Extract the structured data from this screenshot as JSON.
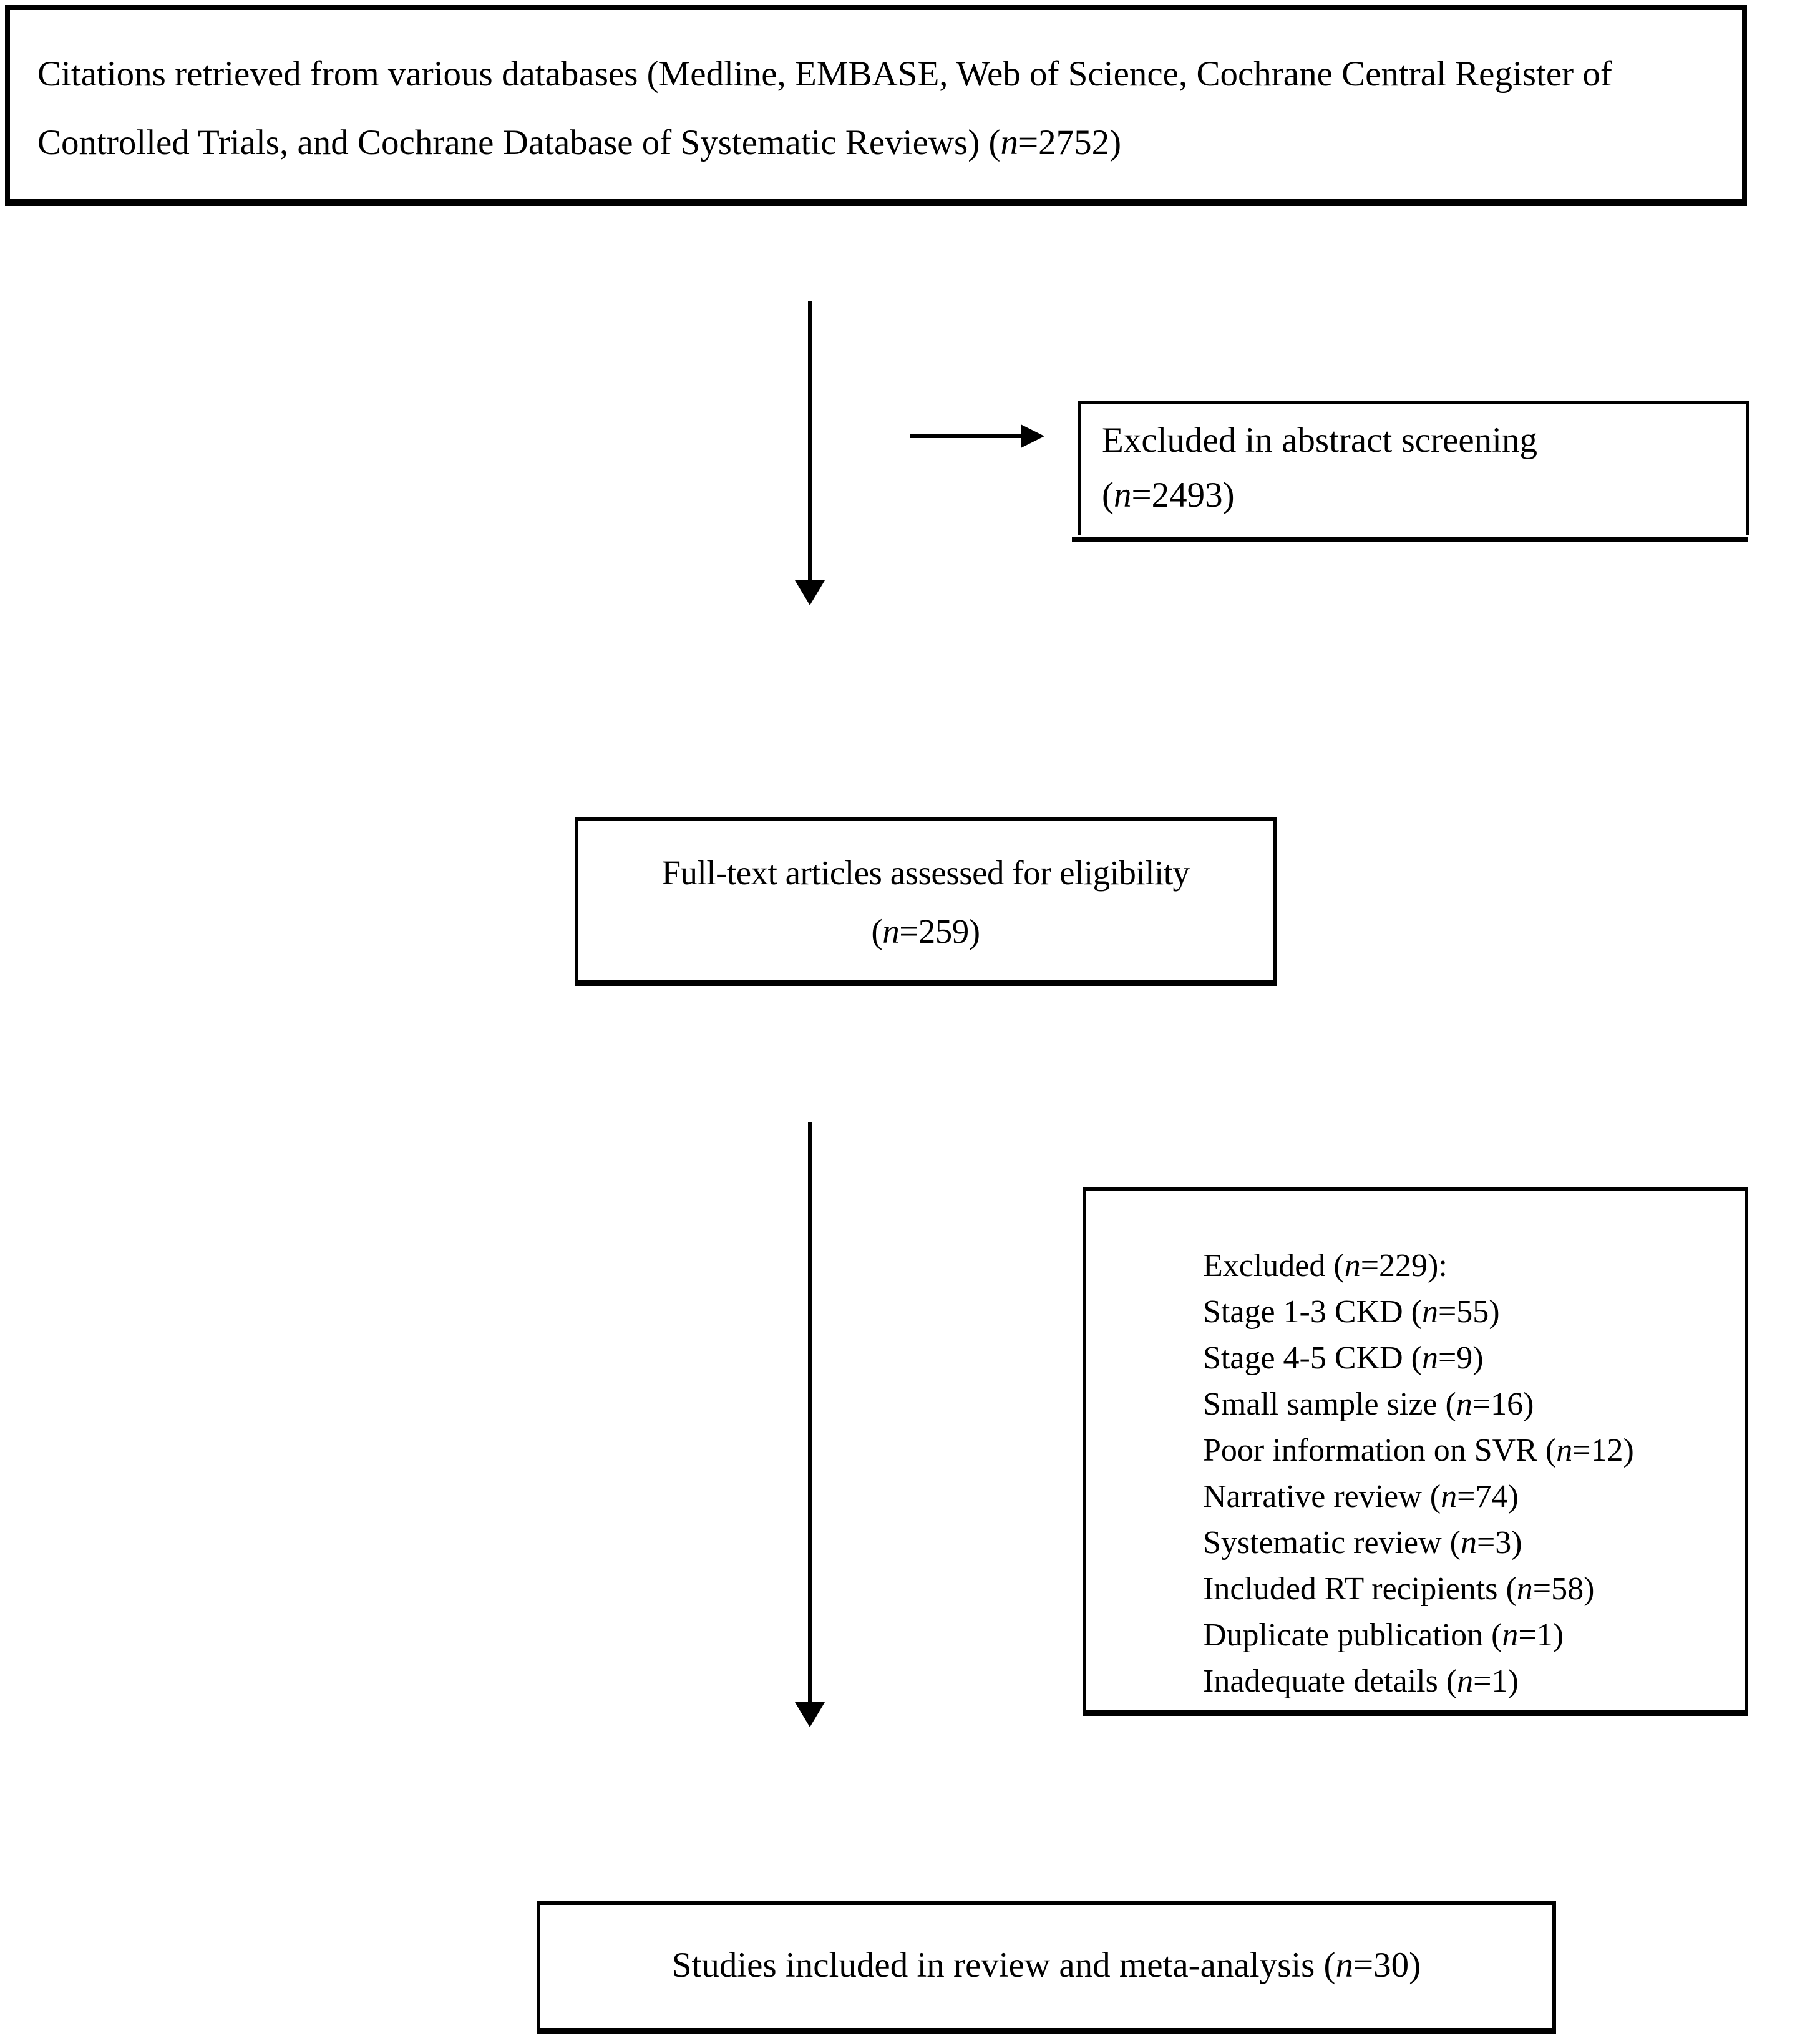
{
  "figure": {
    "type": "flow-diagram",
    "background_color": "#ffffff",
    "line_color": "#000000",
    "boxes": {
      "citations": {
        "text": "Citations retrieved from various databases (Medline, EMBASE, Web of Science, Cochrane Central Register of Controlled Trials, and Cochrane Database of Systematic Reviews) (n=2752)"
      },
      "abstract_screening_excluded": {
        "label": "Excluded in abstract screening",
        "count": "(n=2493)"
      },
      "full_text_assessed": {
        "label": "Full-text articles assessed for eligibility",
        "count": "(n=259)"
      },
      "full_text_excluded": {
        "header": "Excluded (n=229):",
        "items": [
          "Stage 1-3 CKD (n=55)",
          "Stage 4-5 CKD (n=9)",
          "Small sample size (n=16)",
          "Poor information on SVR (n=12)",
          "Narrative review (n=74)",
          "Systematic review (n=3)",
          "Included RT recipients (n=58)",
          "Duplicate publication (n=1)",
          "Inadequate details (n=1)"
        ]
      },
      "included": {
        "text": "Studies included in review and meta-analysis (n=30)"
      }
    }
  }
}
